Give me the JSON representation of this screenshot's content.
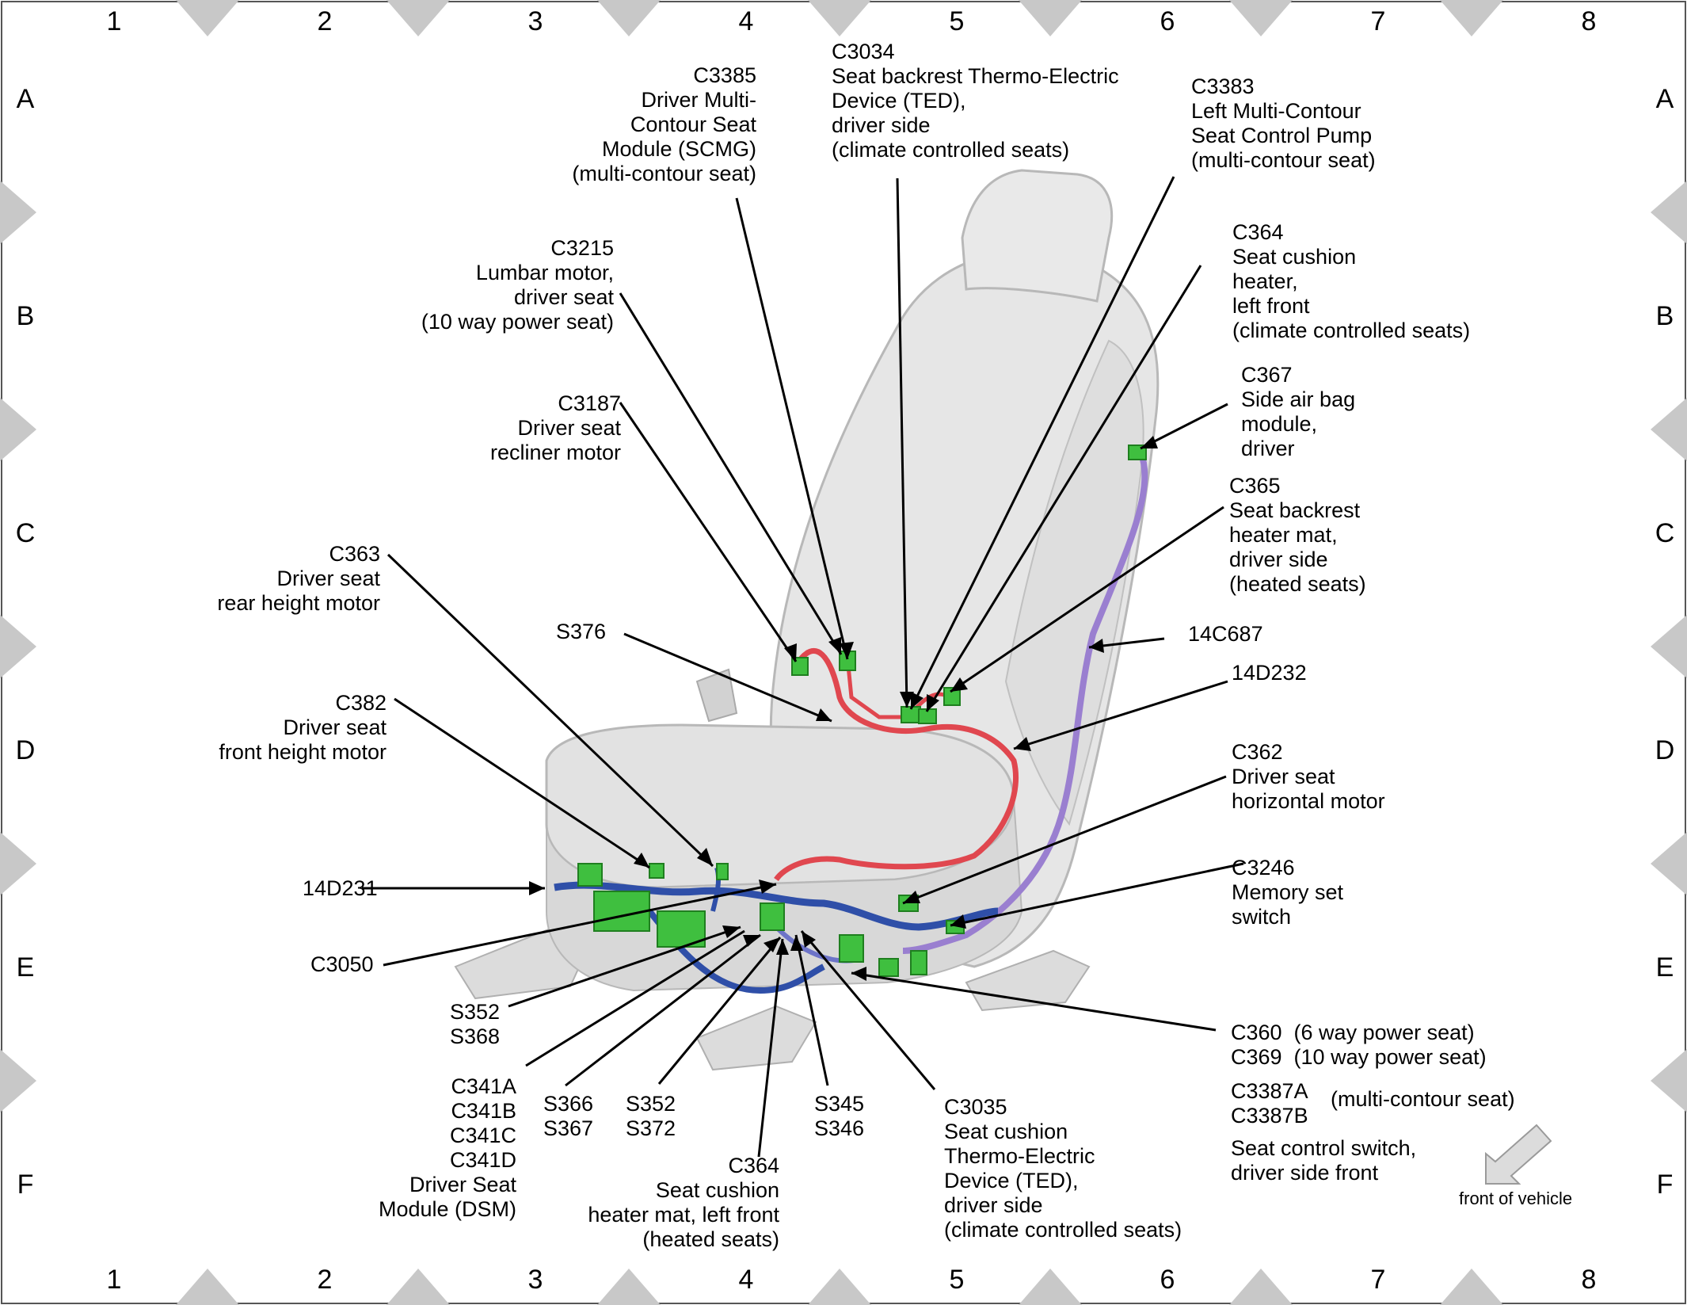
{
  "grid": {
    "columns": [
      "1",
      "2",
      "3",
      "4",
      "5",
      "6",
      "7",
      "8"
    ],
    "rows": [
      "A",
      "B",
      "C",
      "D",
      "E",
      "F"
    ]
  },
  "labels": {
    "c3385": "C3385\nDriver Multi-\nContour Seat\nModule (SCMG)\n(multi-contour seat)",
    "c3034": "C3034\nSeat backrest Thermo-Electric\nDevice (TED),\ndriver side\n(climate controlled seats)",
    "c3383": "C3383\nLeft Multi-Contour\nSeat Control Pump\n(multi-contour seat)",
    "c3215": "C3215\nLumbar motor,\ndriver seat\n(10 way power seat)",
    "c364_top": "C364\nSeat cushion\nheater,\nleft front\n(climate controlled seats)",
    "c3187": "C3187\nDriver seat\nrecliner motor",
    "c367": "C367\nSide air bag\nmodule,\ndriver",
    "c365": "C365\nSeat backrest\nheater mat,\ndriver side\n(heated seats)",
    "c363": "C363\nDriver seat\nrear height motor",
    "s376": "S376",
    "l14c687": "14C687",
    "l14d232": "14D232",
    "c382": "C382\nDriver seat\nfront height motor",
    "c362": "C362\nDriver seat\nhorizontal motor",
    "c3246": "C3246\nMemory set\nswitch",
    "l14d231": "14D231",
    "c3050": "C3050",
    "s352_s368": "S352\nS368",
    "c341": "C341A\nC341B\nC341C\nC341D\nDriver Seat\nModule (DSM)",
    "s366_s367": "S366\nS367",
    "s352_s372": "S352\nS372",
    "c364_bottom": "C364\nSeat cushion\nheater mat, left front\n(heated seats)",
    "s345_s346": "S345\nS346",
    "c3035": "C3035\nSeat cushion\nThermo-Electric\nDevice (TED),\ndriver side\n(climate controlled seats)",
    "c360": "C360  (6 way power seat)\nC369  (10 way power seat)",
    "c3387": "C3387A\nC3387B",
    "c3387_note": "(multi-contour seat)",
    "seat_switch": "Seat control switch,\ndriver side front",
    "front_of_vehicle": "front of vehicle"
  },
  "colors": {
    "wire_red": "#e0474f",
    "wire_blue": "#2f4fa8",
    "wire_purple": "#9a7fd0",
    "connector_green": "#3fbf3f",
    "seat_gray": "#e4e4e4",
    "seat_edge": "#b8b8b8",
    "border_diamond": "#c8c8c8"
  }
}
